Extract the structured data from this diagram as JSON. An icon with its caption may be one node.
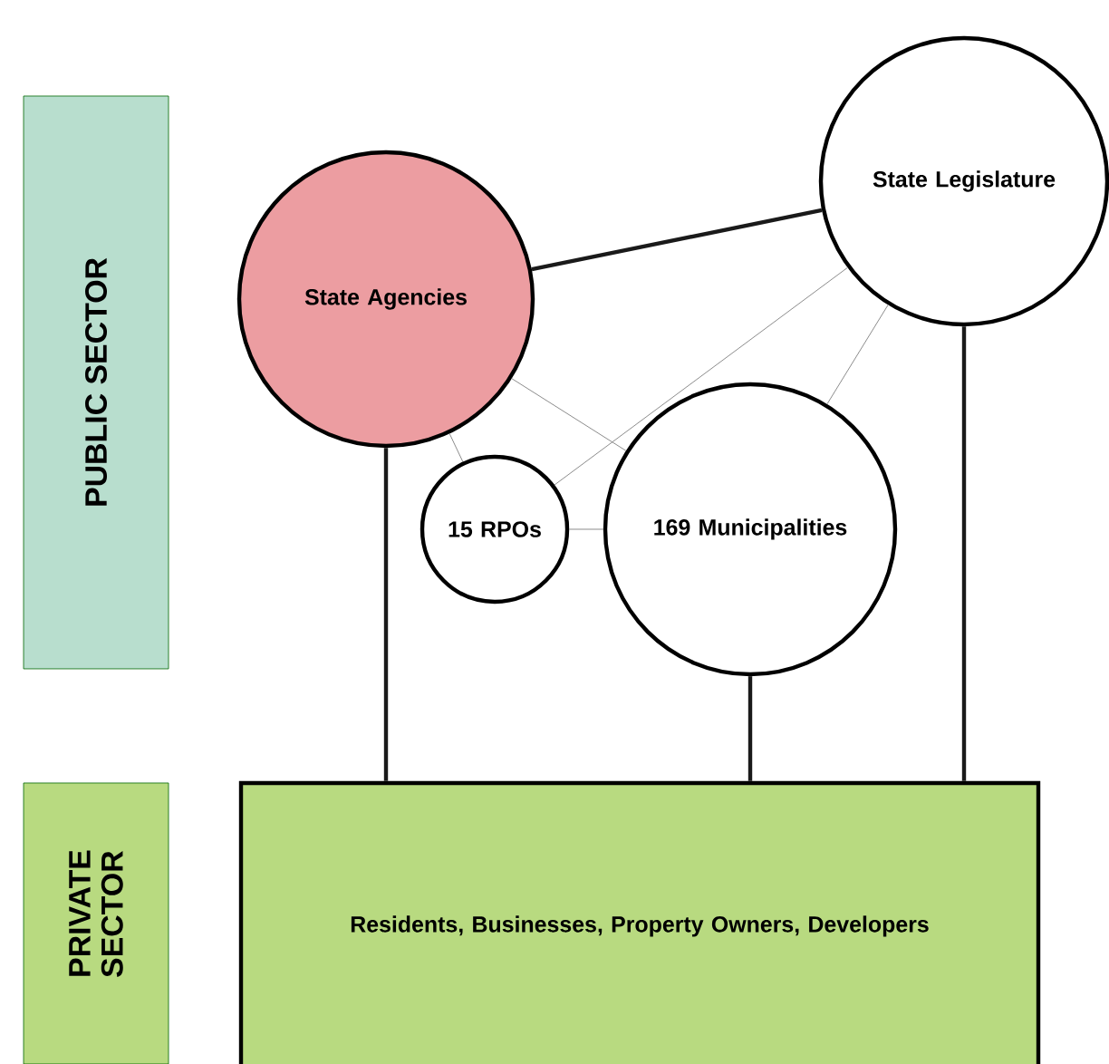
{
  "diagram": {
    "nodes": [
      {
        "text": [
          "PUBLIC SECTOR"
        ]
      },
      {
        "text": [
          "State Legislature"
        ]
      },
      {
        "text": [
          "State Agencies"
        ]
      },
      {
        "text": [
          "15 RPOs"
        ]
      },
      {
        "text": [
          "169 Municipalities"
        ]
      },
      {
        "text": [
          "PRIVATE SECTOR"
        ]
      },
      {
        "text": [
          "Residents, Businesses, Property Owners, Developers"
        ]
      }
    ],
    "edges": [
      {
        "from": 2,
        "to": 1,
        "arrow": "none",
        "style": "thick",
        "color": "#1a1a1a"
      },
      {
        "from": 2,
        "to": 3,
        "arrow": "none"
      },
      {
        "from": 2,
        "to": 4,
        "arrow": "none"
      },
      {
        "from": 1,
        "to": 3,
        "arrow": "none"
      },
      {
        "from": 1,
        "to": 4,
        "arrow": "none"
      },
      {
        "from": 3,
        "to": 4,
        "arrow": "none"
      },
      {
        "from": 2,
        "to": 6,
        "arrow": "none",
        "style": "thick",
        "color": "#1a1a1a"
      },
      {
        "from": 4,
        "to": 6,
        "arrow": "none",
        "style": "thick",
        "color": "#1a1a1a"
      },
      {
        "from": 1,
        "to": 6,
        "arrow": "none",
        "style": "thick",
        "color": "#1a1a1a"
      }
    ]
  }
}
